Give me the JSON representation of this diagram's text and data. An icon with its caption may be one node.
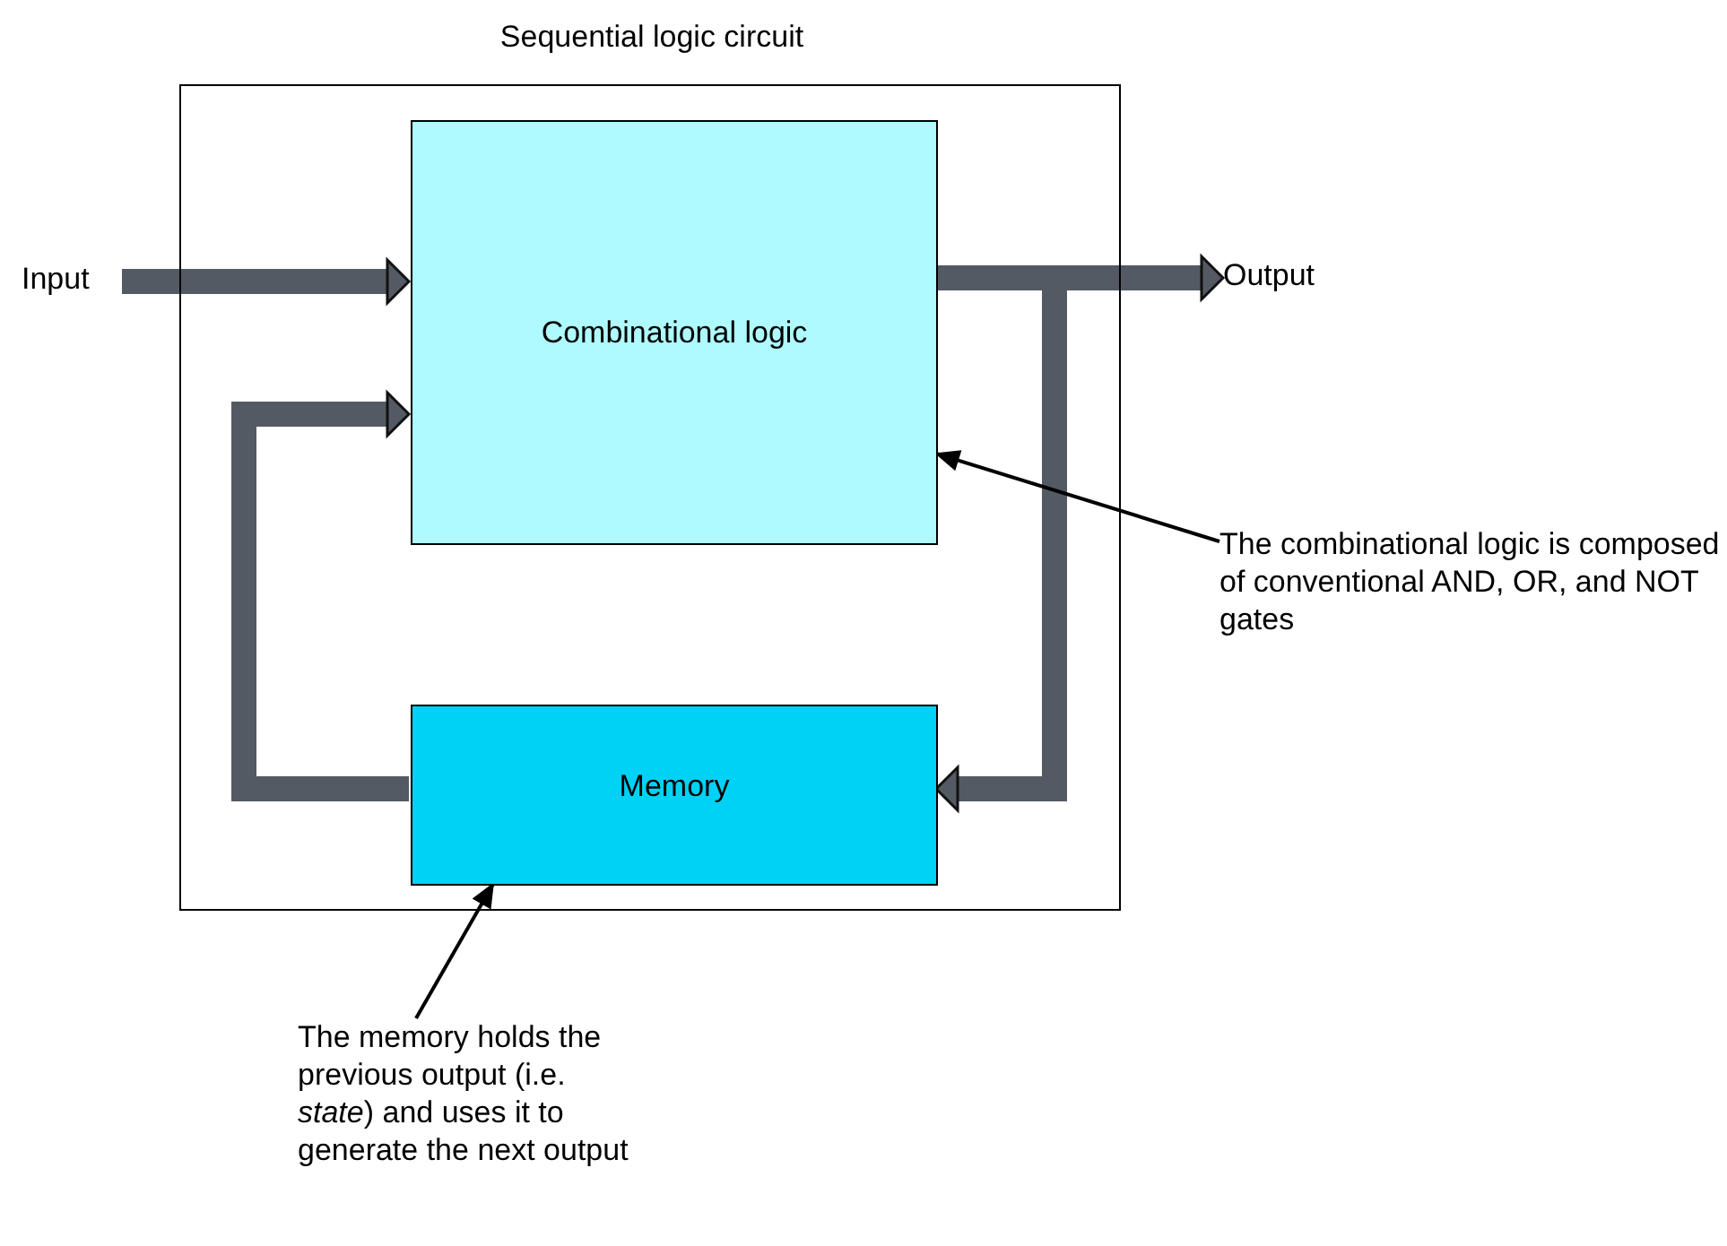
{
  "diagram": {
    "nodes": [
      {
        "text": [
          "Sequential logic circuit"
        ]
      },
      {
        "text": [
          "Combinational logic"
        ],
        "in": 0
      },
      {
        "text": [
          "Memory"
        ],
        "in": 0
      },
      {
        "text": [
          "Input"
        ]
      },
      {
        "text": [
          "Output"
        ]
      },
      {
        "text": [
          "The combinational logic is composed of conventional AND, OR, and NOT gates"
        ]
      },
      {
        "text": [
          "The memory holds the previous output (i.e. *state*) and uses it to generate the next output"
        ]
      }
    ],
    "edges": [
      {
        "from": 3,
        "to": 1,
        "arrow": "to"
      },
      {
        "from": 1,
        "to": 4,
        "arrow": "to"
      },
      {
        "from": 1,
        "to": 2,
        "arrow": "to"
      },
      {
        "from": 2,
        "to": 1,
        "arrow": "to"
      },
      {
        "from": 5,
        "to": 1,
        "arrow": "to",
        "color": "#000000"
      },
      {
        "from": 6,
        "to": 2,
        "arrow": "to",
        "color": "#000000"
      }
    ]
  }
}
